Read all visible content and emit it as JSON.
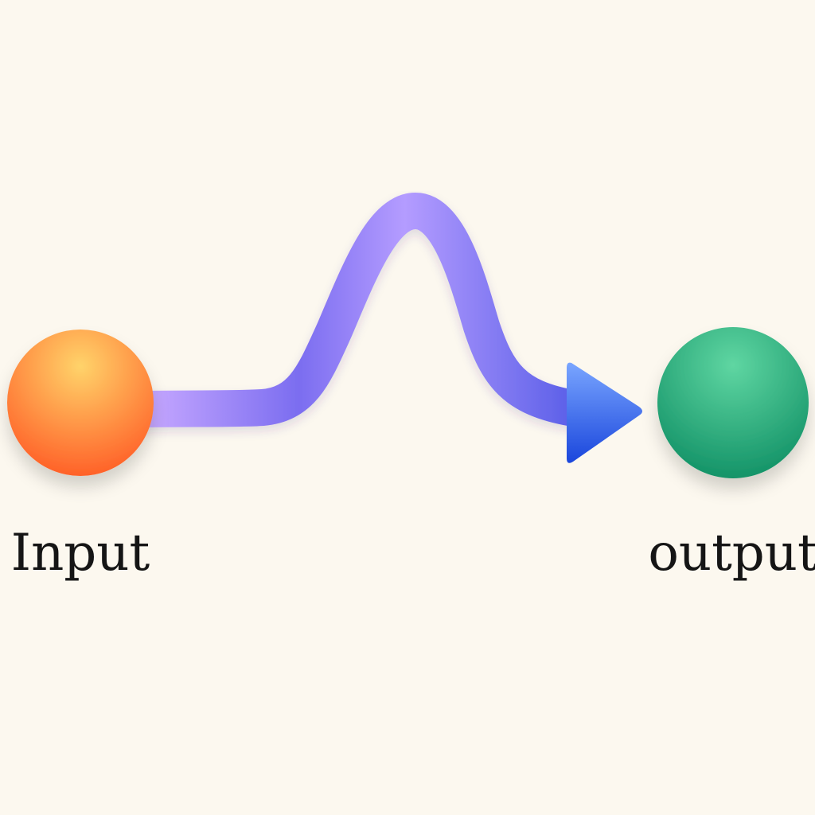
{
  "diagram": {
    "nodes": [
      {
        "id": "input",
        "label": "Input",
        "color_top": "#ffd36a",
        "color_bottom": "#ff5a24"
      },
      {
        "id": "output",
        "label": "output",
        "color_top": "#5fd6a2",
        "color_bottom": "#0f8f64"
      }
    ],
    "edge": {
      "from": "input",
      "to": "output",
      "color_start": "#c4a6ff",
      "color_mid": "#7b6df0",
      "arrowhead_color_top": "#7aa6ff",
      "arrowhead_color_bottom": "#1a46dc"
    },
    "background": "#fcf8ef"
  }
}
